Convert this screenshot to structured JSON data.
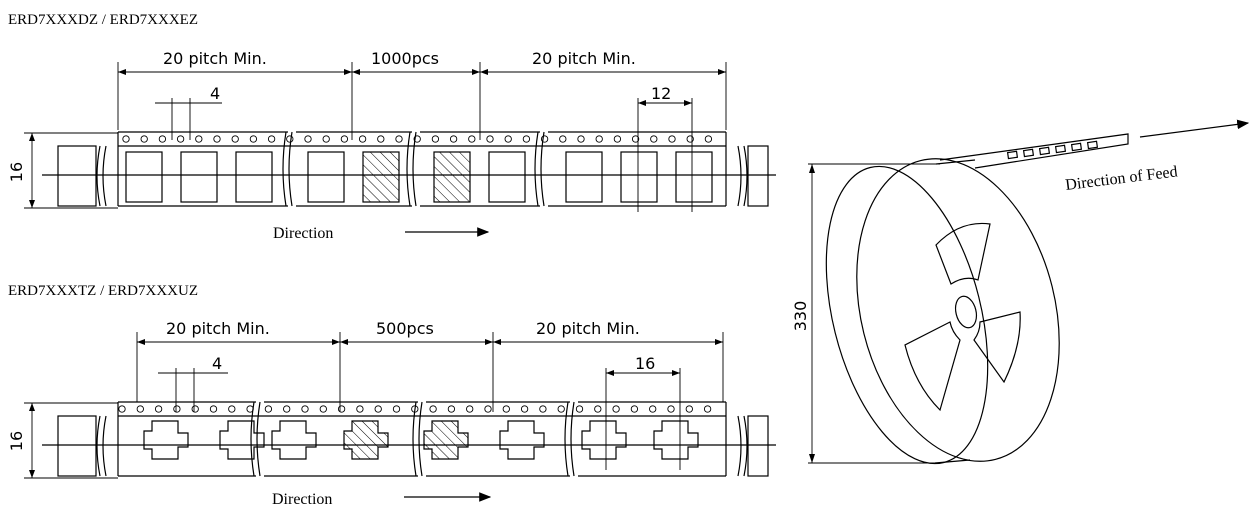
{
  "section_top": {
    "title": "ERD7XXXDZ / ERD7XXXEZ",
    "leader_label_left": "20 pitch Min.",
    "count_label": "1000pcs",
    "leader_label_right": "20 pitch Min.",
    "pitch_small": "4",
    "pitch_large": "12",
    "tape_width": "16",
    "direction_label": "Direction"
  },
  "section_bottom": {
    "title": "ERD7XXXTZ / ERD7XXXUZ",
    "leader_label_left": "20 pitch Min.",
    "count_label": "500pcs",
    "leader_label_right": "20 pitch Min.",
    "pitch_small": "4",
    "pitch_large": "16",
    "tape_width": "16",
    "direction_label": "Direction"
  },
  "reel": {
    "diameter_label": "330",
    "feed_label": "Direction of Feed"
  }
}
